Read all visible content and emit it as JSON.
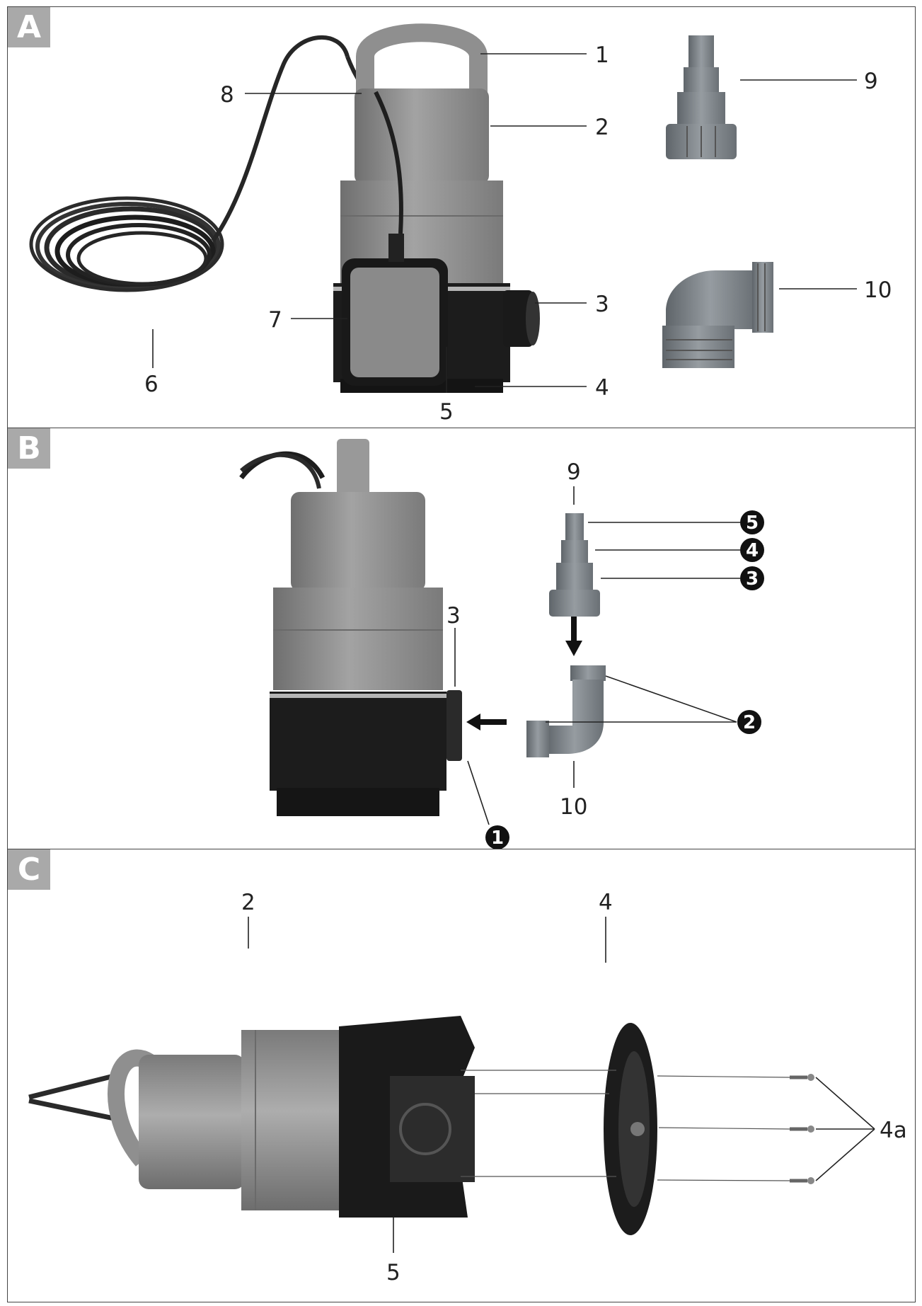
{
  "panels": [
    {
      "tag": "A",
      "labels": [
        "1",
        "2",
        "3",
        "4",
        "5",
        "6",
        "7",
        "8",
        "9",
        "10"
      ]
    },
    {
      "tag": "B",
      "labels": [
        "9",
        "3",
        "10"
      ],
      "steps": [
        "1",
        "2",
        "3",
        "4",
        "5"
      ]
    },
    {
      "tag": "C",
      "labels": [
        "2",
        "4",
        "4a",
        "5"
      ]
    }
  ],
  "colors": {
    "pump_grey": "#8e8e8e",
    "pump_dark": "#1c1c1c",
    "fitting_grey": "#7f858a",
    "panel_border": "#444444",
    "panel_tag": "#a9a9a9"
  }
}
